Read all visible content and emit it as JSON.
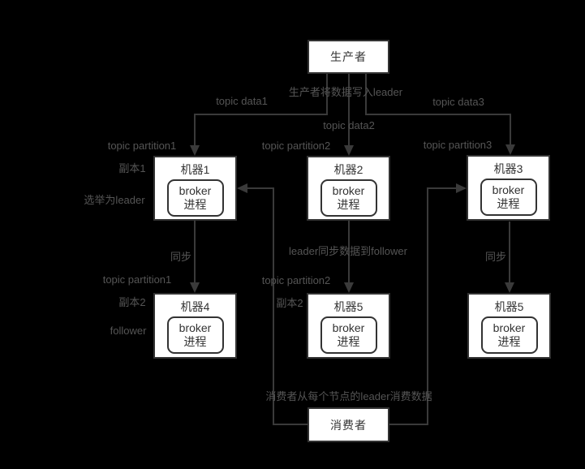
{
  "colors": {
    "bg": "#000000",
    "boxfill": "#ffffff",
    "boxborder": "#333333",
    "boxtext": "#333333",
    "line": "#3a3a3a",
    "label": "#555555"
  },
  "producer": {
    "label": "生产者"
  },
  "consumer": {
    "label": "消费者"
  },
  "broker": {
    "line1": "broker",
    "line2": "进程"
  },
  "machines": {
    "m1": "机器1",
    "m2": "机器2",
    "m3": "机器3",
    "m4": "机器4",
    "m5": "机器5",
    "m6": "机器5"
  },
  "annotations": {
    "producer_write": "生产者将数据写入leader",
    "topic_data1": "topic data1",
    "topic_data2": "topic data2",
    "topic_data3": "topic data3",
    "topic_partition1_top": "topic partition1",
    "topic_partition2_top": "topic partition2",
    "topic_partition3_top": "topic partition3",
    "replica1": "副本1",
    "elected_leader": "选举为leader",
    "sync_left": "同步",
    "sync_mid": "leader同步数据到follower",
    "sync_right": "同步",
    "topic_partition1_bottom": "topic partition1",
    "replica2_left": "副本2",
    "follower": "follower",
    "topic_partition2_bottom": "topic partition2",
    "replica2_mid": "副本2",
    "consumer_read": "消费者从每个节点的leader消费数据"
  }
}
